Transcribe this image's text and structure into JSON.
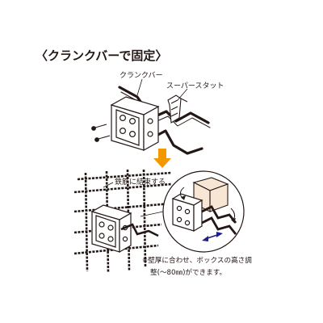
{
  "title": "〈クランクバーで固定〉",
  "labels": {
    "crank_bar": "クランクバー",
    "super_stud": "スーパースタット",
    "tie_rebar": "鉄筋に結束する",
    "note_line1": "※壁厚に合わせ、ボックスの高さ調",
    "note_line2": "整(～80㎜)ができます。"
  },
  "colors": {
    "line": "#231815",
    "arrow": "#f39800",
    "highlight_box": "#f7e6d4",
    "adjust_arrow_blue": "#1d2088"
  }
}
